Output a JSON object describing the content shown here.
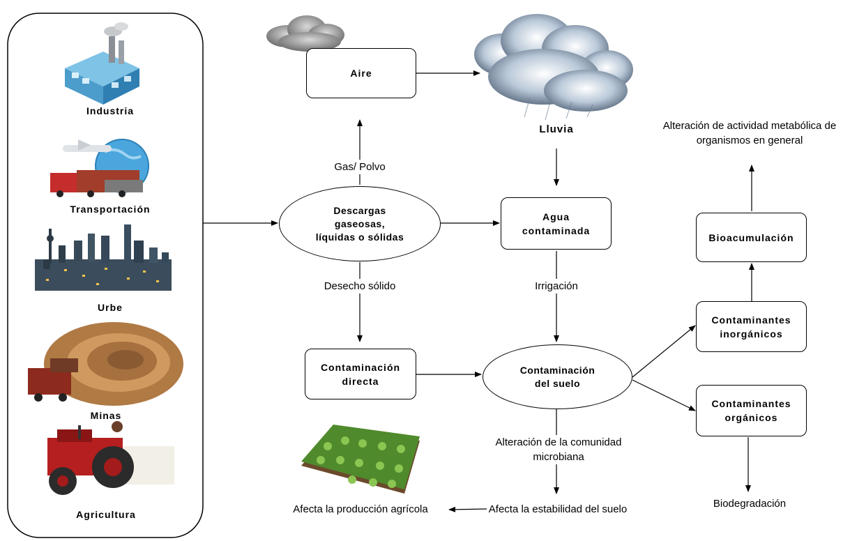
{
  "sources": {
    "industria": "Industria",
    "transportacion": "Transportación",
    "urbe": "Urbe",
    "minas": "Minas",
    "agricultura": "Agricultura"
  },
  "nodes": {
    "aire": "Aire",
    "descargas": "Descargas gaseosas, líquidas o sólidas",
    "agua": "Agua contaminada",
    "contaminacion_directa": "Contaminación directa",
    "contaminacion_suelo": "Contaminación del suelo",
    "bioacumulacion": "Bioacumulación",
    "inorganicos": "Contaminantes inorgánicos",
    "organicos": "Contaminantes orgánicos"
  },
  "labels": {
    "lluvia": "Lluvia",
    "gas_polvo": "Gas/ Polvo",
    "desecho_solido": "Desecho sólido",
    "irrigacion": "Irrigación",
    "alteracion_comunidad": "Alteración de la comunidad microbiana",
    "afecta_estabilidad": "Afecta la estabilidad del suelo",
    "afecta_produccion": "Afecta la producción agrícola",
    "alteracion_metabolica": "Alteración de actividad metabólica de organismos en general",
    "biodegradacion": "Biodegradación"
  }
}
